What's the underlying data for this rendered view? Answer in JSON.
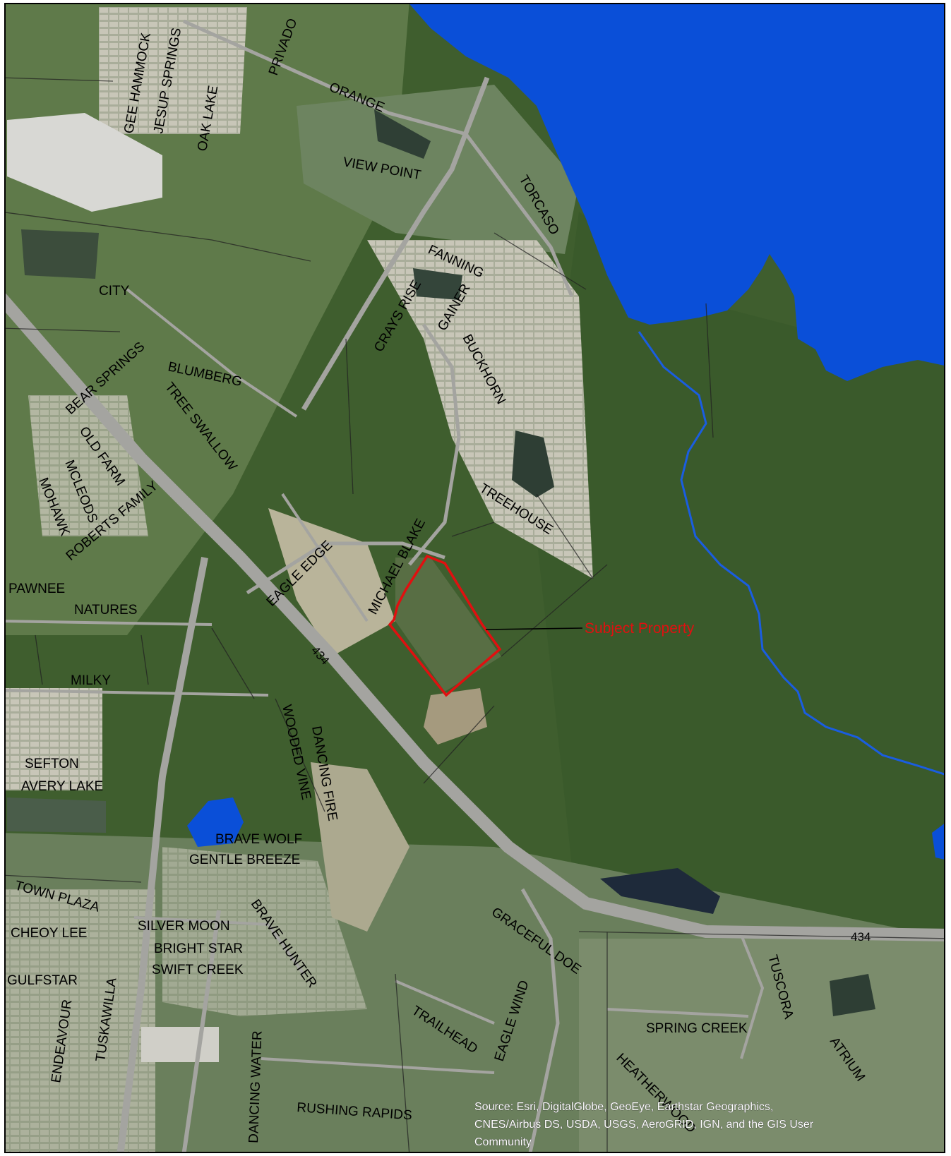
{
  "colors": {
    "water": "#0a4fd8",
    "forest": "#3b5a2c",
    "forest_light": "#4d6d3a",
    "developed": "#9aa58c",
    "road": "#8f8f8f",
    "parcel_line": "#2a2a2a",
    "subject": "#e01010",
    "text": "#000000"
  },
  "roads": {
    "gee_hammock": "GEE HAMMOCK",
    "jesup_springs": "JESUP SPRINGS",
    "oak_lake": "OAK LAKE",
    "privado": "PRIVADO",
    "orange": "ORANGE",
    "view_point": "VIEW POINT",
    "torcaso": "TORCASO",
    "fanning": "FANNING",
    "city": "CITY",
    "crays_rise": "CRAYS RISE",
    "gainer": "GAINER",
    "buckhorn": "BUCKHORN",
    "bear_springs": "BEAR SPRINGS",
    "blumberg": "BLUMBERG",
    "tree_swallow": "TREE SWALLOW",
    "old_farm": "OLD FARM",
    "mcleods": "MCLEODS",
    "mohawk": "MOHAWK",
    "roberts_family": "ROBERTS FAMILY",
    "treehouse": "TREEHOUSE",
    "michael_blake": "MICHAEL BLAKE",
    "eagle_edge": "EAGLE EDGE",
    "pawnee": "PAWNEE",
    "natures": "NATURES",
    "hwy_434": "434",
    "milky": "MILKY",
    "wooded_vine": "WOODED VINE",
    "dancing_fire": "DANCING FIRE",
    "sefton": "SEFTON",
    "avery_lake": "AVERY LAKE",
    "brave_wolf": "BRAVE WOLF",
    "gentle_breeze": "GENTLE BREEZE",
    "town_plaza": "TOWN PLAZA",
    "silver_moon": "SILVER MOON",
    "brave_hunter": "BRAVE HUNTER",
    "cheoy_lee": "CHEOY LEE",
    "bright_star": "BRIGHT STAR",
    "graceful_doe": "GRACEFUL DOE",
    "tuscora": "TUSCORA",
    "swift_creek": "SWIFT CREEK",
    "gulfstar": "GULFSTAR",
    "spring_creek": "SPRING CREEK",
    "tuskawilla": "TUSKAWILLA",
    "endeavour": "ENDEAVOUR",
    "dancing_water": "DANCING WATER",
    "trailhead": "TRAILHEAD",
    "eagle_wind": "EAGLE WIND",
    "heatherwood": "HEATHERWOOD",
    "atrium": "ATRIUM",
    "rushing_rapids": "RUSHING RAPIDS"
  },
  "subject_label": "Subject Property",
  "source": {
    "line1": "Source: Esri, DigitalGlobe, GeoEye, Earthstar Geographics,",
    "line2": "CNES/Airbus DS, USDA, USGS, AeroGRID, IGN, and the GIS User",
    "line3": "Community"
  }
}
